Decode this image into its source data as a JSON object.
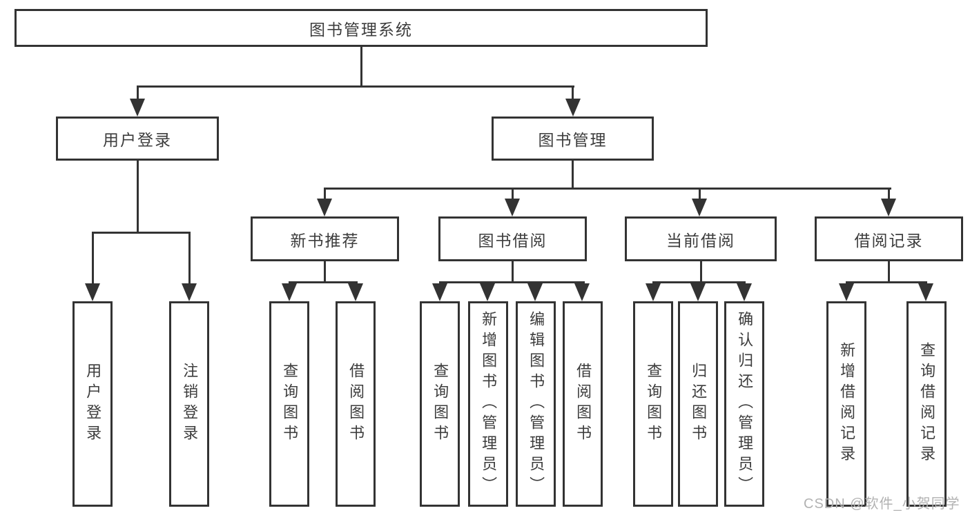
{
  "diagram": {
    "root": {
      "label": "图书管理系统"
    },
    "level1": [
      {
        "label": "用户登录"
      },
      {
        "label": "图书管理"
      }
    ],
    "level2": [
      {
        "label": "新书推荐"
      },
      {
        "label": "图书借阅"
      },
      {
        "label": "当前借阅"
      },
      {
        "label": "借阅记录"
      }
    ],
    "leaves": {
      "user_login": [
        {
          "label": "用户登录"
        },
        {
          "label": "注销登录"
        }
      ],
      "new_books": [
        {
          "label": "查询图书"
        },
        {
          "label": "借阅图书"
        }
      ],
      "book_borrowing": [
        {
          "label": "查询图书"
        },
        {
          "label": "新增图书（管理员）"
        },
        {
          "label": "编辑图书（管理员）"
        },
        {
          "label": "借阅图书"
        }
      ],
      "current_borrowing": [
        {
          "label": "查询图书"
        },
        {
          "label": "归还图书"
        },
        {
          "label": "确认归还（管理员）"
        }
      ],
      "borrowing_records": [
        {
          "label": "新增借阅记录"
        },
        {
          "label": "查询借阅记录"
        }
      ]
    }
  },
  "watermark": {
    "text": "CSDN @软件_小贺同学"
  },
  "colors": {
    "line": "#333333",
    "text": "#3c3c3c",
    "watermark": "#b2b2b2",
    "background": "#ffffff"
  }
}
